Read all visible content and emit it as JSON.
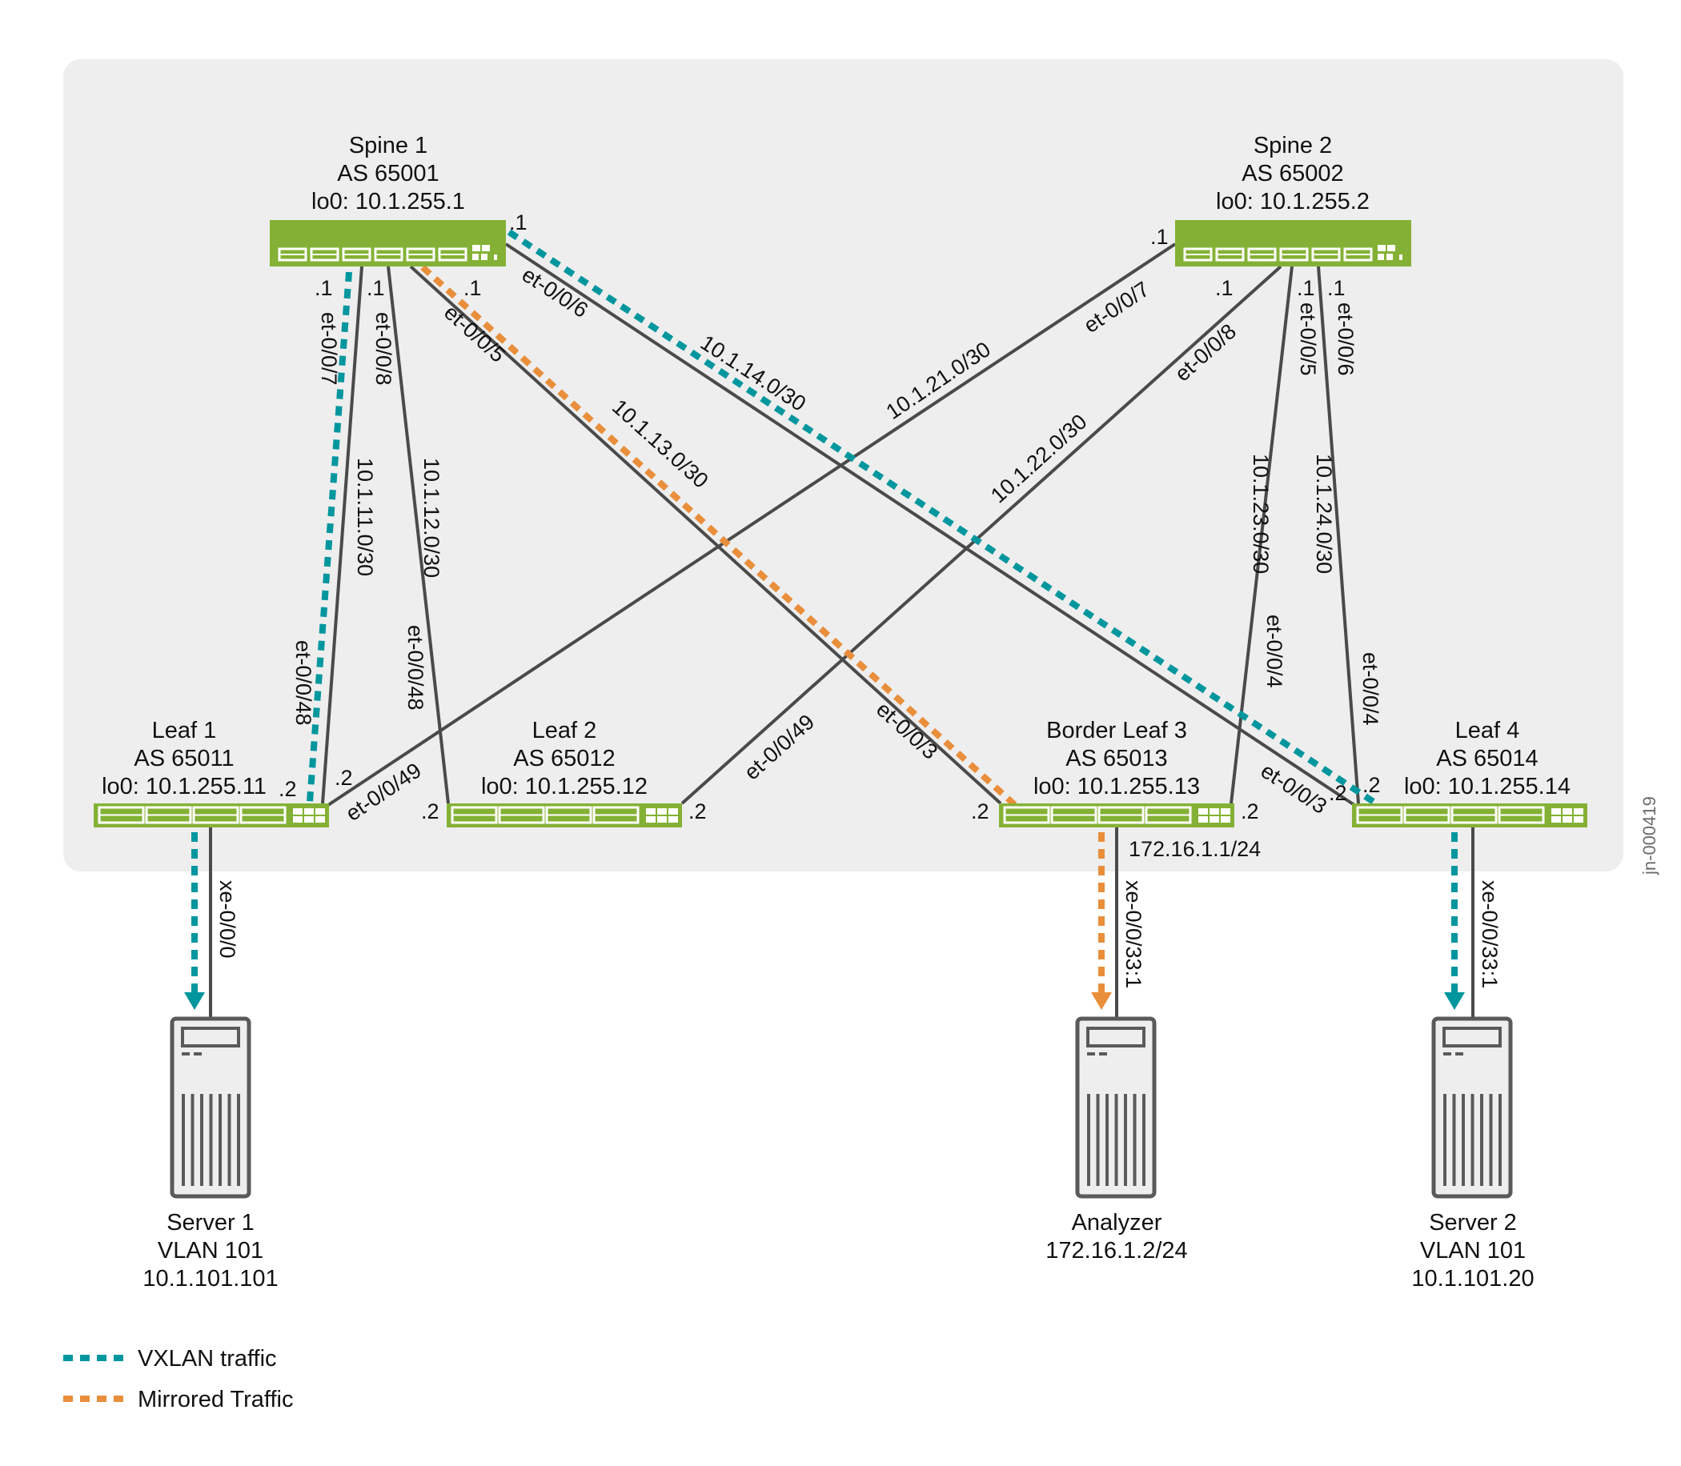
{
  "figure_id": "jn-000419",
  "colors": {
    "panel": "#eeeeee",
    "switch": "#84b135",
    "link": "#4a4a4a",
    "vxlan": "#00969e",
    "mirrored": "#e98e3b",
    "server": "#5a5a5a"
  },
  "nodes": {
    "spine1": {
      "name": "Spine 1",
      "as": "AS 65001",
      "lo0": "lo0: 10.1.255.1"
    },
    "spine2": {
      "name": "Spine 2",
      "as": "AS 65002",
      "lo0": "lo0: 10.1.255.2"
    },
    "leaf1": {
      "name": "Leaf 1",
      "as": "AS 65011",
      "lo0": "lo0: 10.1.255.11"
    },
    "leaf2": {
      "name": "Leaf 2",
      "as": "AS 65012",
      "lo0": "lo0: 10.1.255.12"
    },
    "leaf3": {
      "name": "Border Leaf 3",
      "as": "AS 65013",
      "lo0": "lo0: 10.1.255.13",
      "host_ip": "172.16.1.1/24"
    },
    "leaf4": {
      "name": "Leaf 4",
      "as": "AS 65014",
      "lo0": "lo0: 10.1.255.14"
    },
    "server1": {
      "name": "Server 1",
      "vlan": "VLAN 101",
      "ip": "10.1.101.101",
      "port": "xe-0/0/0"
    },
    "analyzer": {
      "name": "Analyzer",
      "ip": "172.16.1.2/24",
      "port": "xe-0/0/33:1"
    },
    "server2": {
      "name": "Server 2",
      "vlan": "VLAN 101",
      "ip": "10.1.101.20",
      "port": "xe-0/0/33:1"
    }
  },
  "links": [
    {
      "id": "s1-l1",
      "subnet": "10.1.11.0/30",
      "a_port": "et-0/0/7",
      "a_ip": ".1",
      "b_port": "et-0/0/48",
      "b_ip": ".2"
    },
    {
      "id": "s1-l2",
      "subnet": "10.1.12.0/30",
      "a_port": "et-0/0/8",
      "a_ip": ".1",
      "b_port": "et-0/0/48",
      "b_ip": ".2"
    },
    {
      "id": "s1-l3",
      "subnet": "10.1.13.0/30",
      "a_port": "et-0/0/5",
      "a_ip": ".1",
      "b_port": "et-0/0/3",
      "b_ip": ".2"
    },
    {
      "id": "s1-l4",
      "subnet": "10.1.14.0/30",
      "a_port": "et-0/0/6",
      "a_ip": ".1",
      "b_port": "et-0/0/3",
      "b_ip": ".2"
    },
    {
      "id": "s2-l1",
      "subnet": "10.1.21.0/30",
      "a_port": "et-0/0/7",
      "a_ip": ".1",
      "b_port": "et-0/0/49",
      "b_ip": ".2"
    },
    {
      "id": "s2-l2",
      "subnet": "10.1.22.0/30",
      "a_port": "et-0/0/8",
      "a_ip": ".1",
      "b_port": "et-0/0/49",
      "b_ip": ".2"
    },
    {
      "id": "s2-l3",
      "subnet": "10.1.23.0/30",
      "a_port": "et-0/0/5",
      "a_ip": ".1",
      "b_port": "et-0/0/4",
      "b_ip": ".2"
    },
    {
      "id": "s2-l4",
      "subnet": "10.1.24.0/30",
      "a_port": "et-0/0/6",
      "a_ip": ".1",
      "b_port": "et-0/0/4",
      "b_ip": ".2"
    }
  ],
  "legend": [
    {
      "label": "VXLAN traffic",
      "style": "vxlan"
    },
    {
      "label": "Mirrored Traffic",
      "style": "mirrored"
    }
  ]
}
